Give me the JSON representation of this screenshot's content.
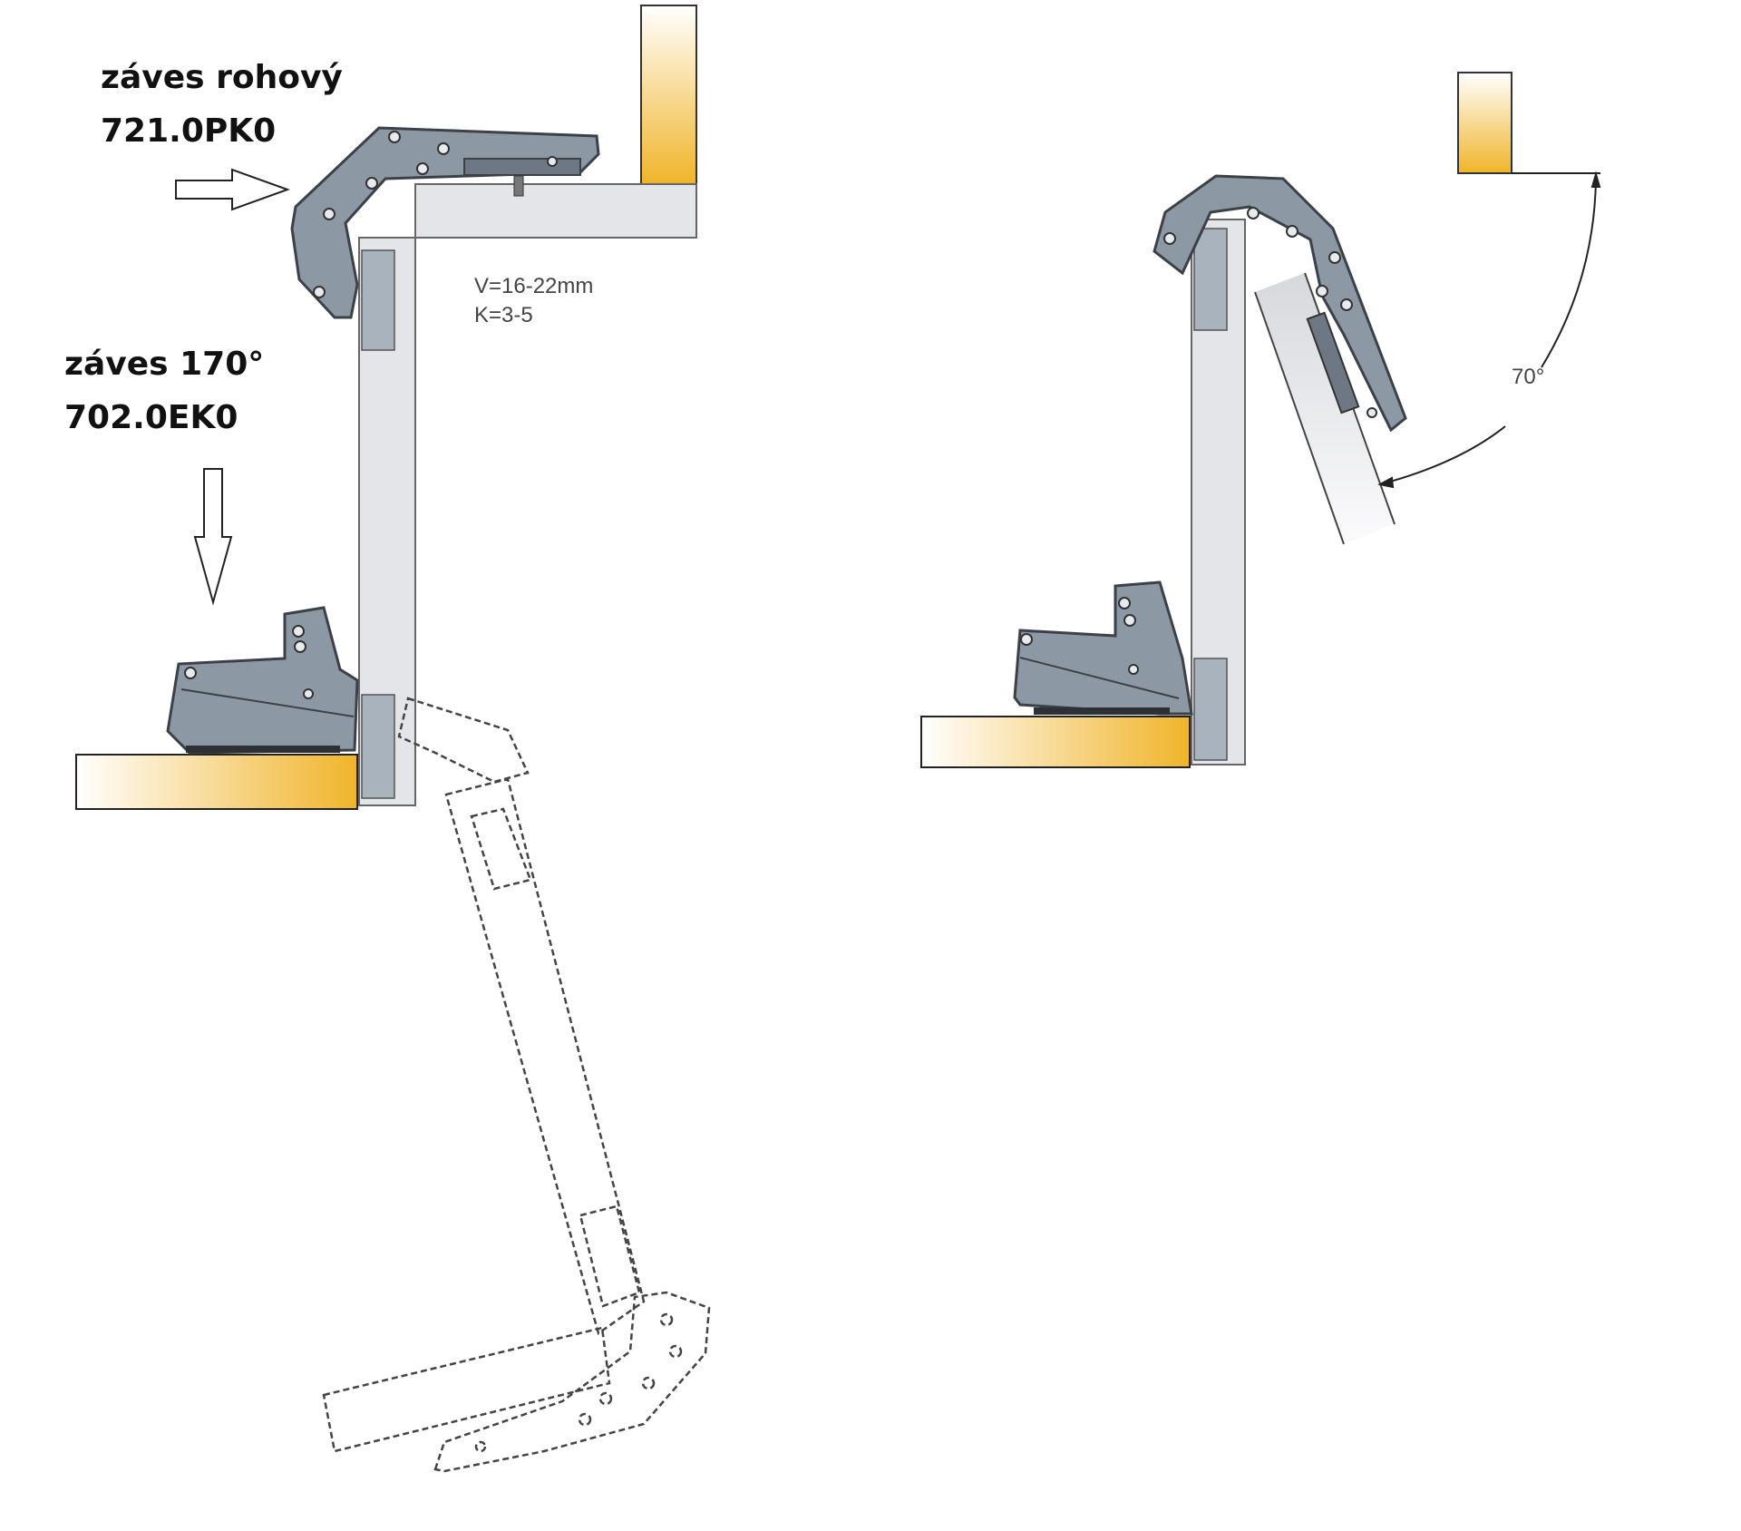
{
  "labels": {
    "corner_hinge_name": "záves rohový",
    "corner_hinge_code": "721.0PK0",
    "hinge170_name": "záves 170°",
    "hinge170_code": "702.0EK0"
  },
  "specs": {
    "v_range": "V=16-22mm",
    "k_range": "K=3-5"
  },
  "angle_label": "70°",
  "colors": {
    "wood": "#f0b429",
    "panel": "#e4e5e8",
    "hinge": "#8d98a5",
    "outline": "#3c4148"
  }
}
